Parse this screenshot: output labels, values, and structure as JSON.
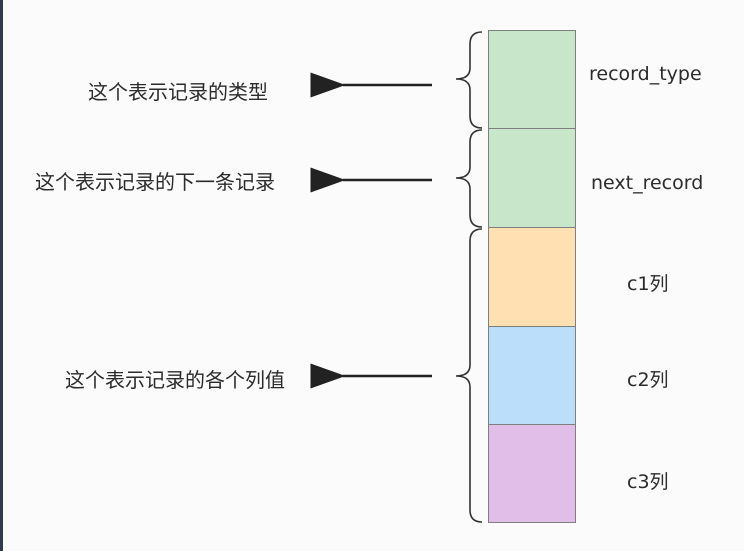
{
  "descriptions": {
    "record_type_desc": "这个表示记录的类型",
    "next_record_desc": "这个表示记录的下一条记录",
    "columns_desc": "这个表示记录的各个列值"
  },
  "fields": [
    {
      "label": "record_type",
      "color": "#c8e6c9"
    },
    {
      "label": "next_record",
      "color": "#c8e6c9"
    },
    {
      "label": "c1列",
      "color": "#ffe0b2"
    },
    {
      "label": "c2列",
      "color": "#bbdefb"
    },
    {
      "label": "c3列",
      "color": "#e1bee7"
    }
  ],
  "colors": {
    "border": "#7f7f7f",
    "arrow": "#222222",
    "brace": "#333333"
  }
}
